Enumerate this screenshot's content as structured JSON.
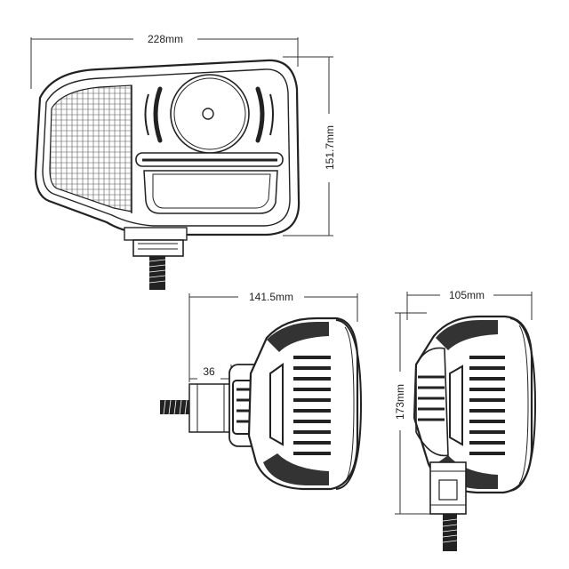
{
  "dimensions": {
    "front_width": "228mm",
    "front_height": "151.7mm",
    "side_depth": "141.5mm",
    "mount_offset": "36",
    "rear_width": "105mm",
    "rear_height": "173mm"
  },
  "colors": {
    "ink": "#1a1a1a",
    "shade": "#3a3a3a",
    "light": "#ffffff"
  }
}
